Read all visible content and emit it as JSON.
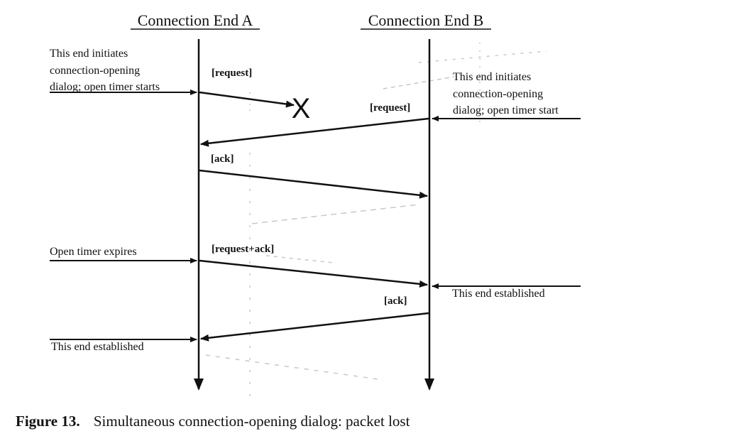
{
  "diagram": {
    "lifelines": {
      "a": {
        "label": "Connection End A"
      },
      "b": {
        "label": "Connection End B"
      }
    },
    "messages": {
      "request_a_lost": "[request]",
      "request_b": "[request]",
      "ack_a": "[ack]",
      "request_ack_a": "[request+ack]",
      "ack_b": "[ack]"
    },
    "notes": {
      "a_initiates": [
        "This end initiates",
        "connection-opening",
        "dialog; open timer starts"
      ],
      "b_initiates": [
        "This end initiates",
        "connection-opening",
        "dialog; open timer start"
      ],
      "a_timer_expires": "Open timer expires",
      "b_established": "This end established",
      "a_established": "This end established"
    },
    "lost_marker": "X"
  },
  "caption": {
    "label": "Figure 13.",
    "text": "Simultaneous connection-opening dialog:  packet lost"
  }
}
